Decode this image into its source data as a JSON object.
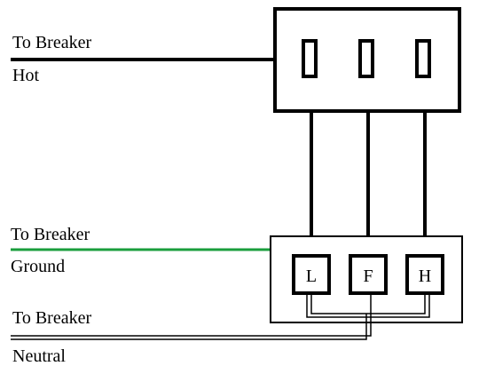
{
  "colors": {
    "wire": "#000000",
    "ground_wire": "#1a9e3c",
    "background": "#ffffff"
  },
  "labels": {
    "hot": {
      "top": "To Breaker",
      "bottom": "Hot"
    },
    "ground": {
      "top": "To Breaker",
      "bottom": "Ground"
    },
    "neutral": {
      "top": "To Breaker",
      "bottom": "Neutral"
    }
  },
  "terminals": [
    {
      "id": "L",
      "label": "L"
    },
    {
      "id": "F",
      "label": "F"
    },
    {
      "id": "H",
      "label": "H"
    }
  ]
}
